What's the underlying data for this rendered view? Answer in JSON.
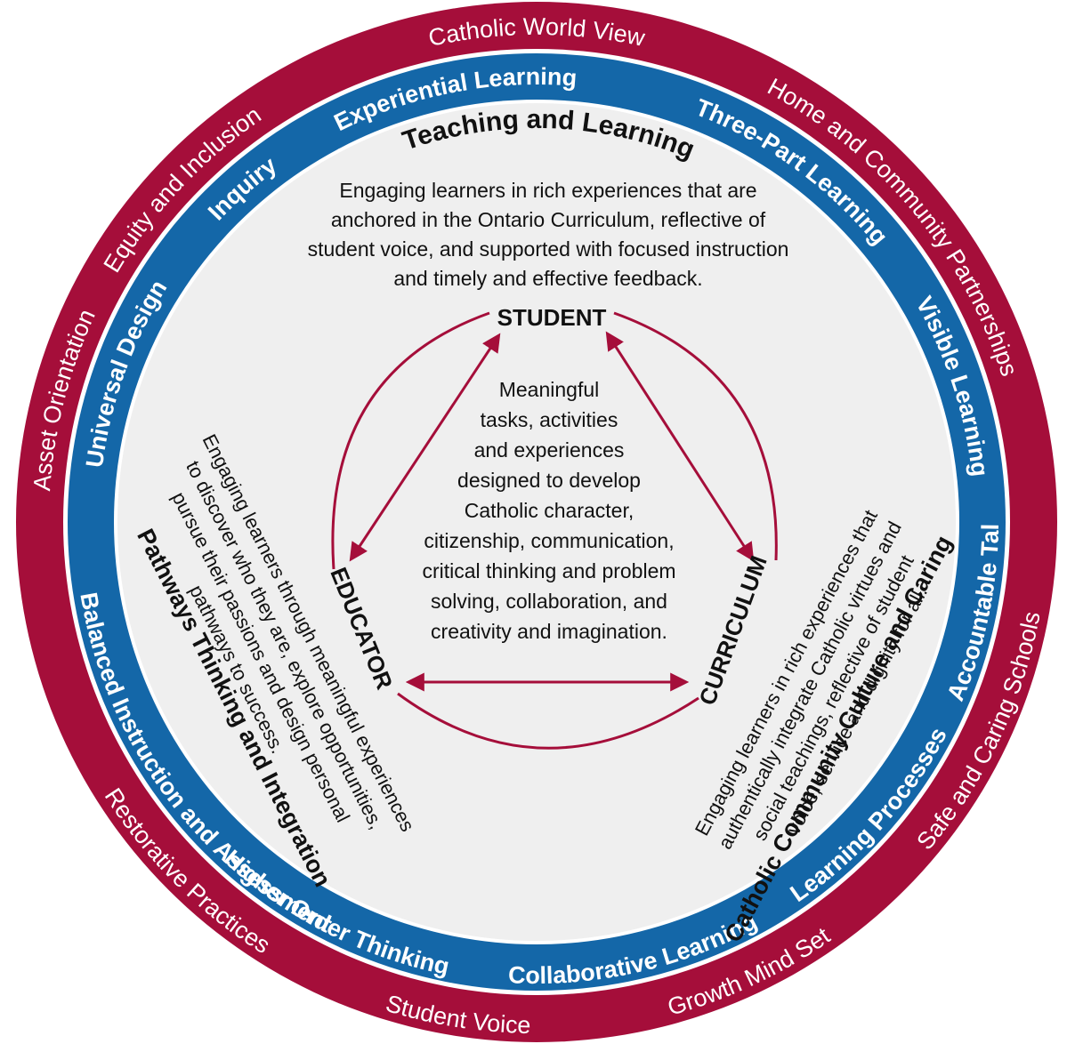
{
  "colors": {
    "outer_ring": "#a50e3a",
    "middle_ring": "#1467a8",
    "inner_disc": "#efefef",
    "arrow": "#a50e3a",
    "text_dark": "#111111",
    "text_light": "#ffffff"
  },
  "outer_ring": {
    "catholic_world_view": "Catholic World View",
    "home_community": "Home and Community Partnerships",
    "safe_caring": "Safe and Caring Schools",
    "growth_mind_set": "Growth Mind Set",
    "student_voice": "Student Voice",
    "restorative": "Restorative  Practices",
    "asset_orientation": "Asset Orientation",
    "equity_inclusion": "Equity and Inclusion"
  },
  "middle_ring": {
    "experiential": "Experiential Learning",
    "three_part": "Three-Part Learning",
    "visible": "Visible Learning",
    "accountable": "Accountable Talk",
    "learning_processes": "Learning Processes",
    "collaborative": "Collaborative Learning",
    "higher_order": "Higher Order Thinking",
    "balanced": "Balanced Instruction and Assessment",
    "universal": "Universal Design",
    "inquiry": "Inquiry"
  },
  "inner": {
    "teaching_heading": "Teaching and Learning",
    "teaching_lines": [
      "Engaging learners in rich experiences that are",
      "anchored in the Ontario Curriculum, reflective of",
      "student voice, and supported with focused instruction",
      "and timely and effective feedback."
    ],
    "pathways_heading": "Pathways Thinking and Integration",
    "pathways_lines": [
      "Engaging learners through meaningful experiences",
      "to discover who they are, explore opportunities,",
      "pursue their passions and design personal",
      "pathways to success."
    ],
    "catholic_heading": "Catholic Community Culture and Caring",
    "catholic_lines": [
      "Engaging learners in rich experiences that",
      "authentically integrate Catholic virtues and",
      "social teachings, reflective of student",
      "voice, service and dignity for all."
    ]
  },
  "triangle": {
    "student": "STUDENT",
    "educator": "EDUCATOR",
    "curriculum": "CURRICULUM",
    "center_lines": [
      "Meaningful",
      "tasks, activities",
      "and experiences",
      "designed to develop",
      "Catholic character,",
      "citizenship, communication,",
      "critical thinking and problem",
      "solving, collaboration, and",
      "creativity and imagination."
    ]
  }
}
